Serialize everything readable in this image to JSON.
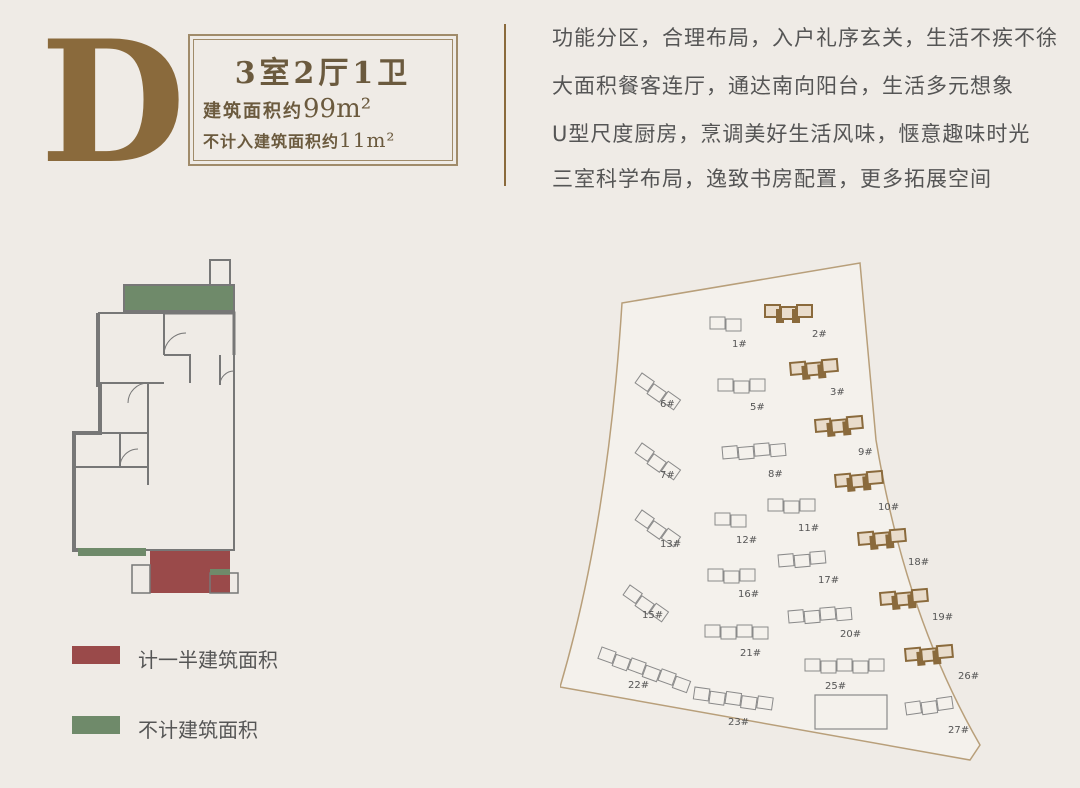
{
  "header": {
    "unit_letter": "D",
    "rooms": "3室2厅1卫",
    "area_label": "建筑面积约",
    "area_value": "99m²",
    "extra_label": "不计入建筑面积约",
    "extra_value": "11m²"
  },
  "features": [
    "功能分区，合理布局，入户礼序玄关，生活不疾不徐",
    "大面积餐客连厅，通达南向阳台，生活多元想象",
    "U型尺度厨房，烹调美好生活风味，惬意趣味时光",
    "三室科学布局，逸致书房配置，更多拓展空间"
  ],
  "legend": [
    {
      "label": "计一半建筑面积",
      "color": "#9a4a4a"
    },
    {
      "label": "不计建筑面积",
      "color": "#6f8a6a"
    }
  ],
  "site_plan": {
    "buildings": [
      {
        "label": "1#",
        "highlight": false
      },
      {
        "label": "2#",
        "highlight": true
      },
      {
        "label": "3#",
        "highlight": true
      },
      {
        "label": "5#",
        "highlight": false
      },
      {
        "label": "6#",
        "highlight": false
      },
      {
        "label": "7#",
        "highlight": false
      },
      {
        "label": "8#",
        "highlight": false
      },
      {
        "label": "9#",
        "highlight": true
      },
      {
        "label": "10#",
        "highlight": true
      },
      {
        "label": "11#",
        "highlight": false
      },
      {
        "label": "12#",
        "highlight": false
      },
      {
        "label": "13#",
        "highlight": false
      },
      {
        "label": "15#",
        "highlight": false
      },
      {
        "label": "16#",
        "highlight": false
      },
      {
        "label": "17#",
        "highlight": false
      },
      {
        "label": "18#",
        "highlight": true
      },
      {
        "label": "19#",
        "highlight": true
      },
      {
        "label": "20#",
        "highlight": false
      },
      {
        "label": "21#",
        "highlight": false
      },
      {
        "label": "22#",
        "highlight": false
      },
      {
        "label": "23#",
        "highlight": false
      },
      {
        "label": "25#",
        "highlight": false
      },
      {
        "label": "26#",
        "highlight": true
      },
      {
        "label": "27#",
        "highlight": false
      }
    ]
  }
}
